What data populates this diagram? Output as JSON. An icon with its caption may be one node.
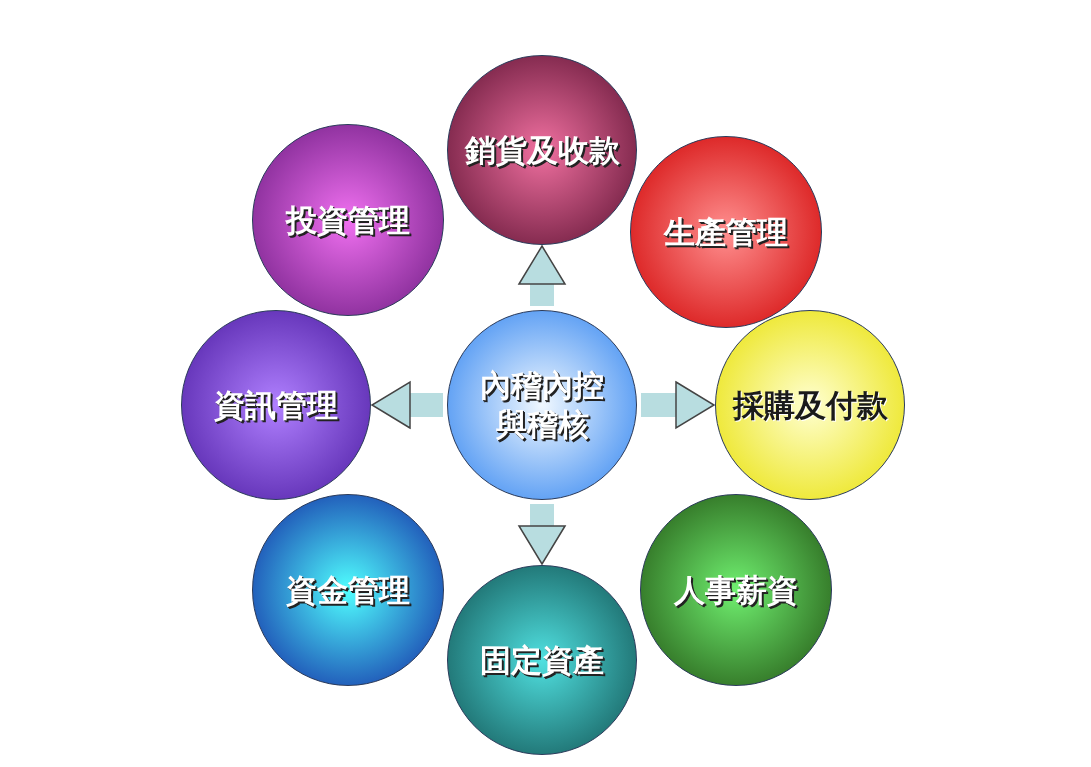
{
  "diagram": {
    "nodes": [
      {
        "text": [
          "銷貨及收款"
        ]
      },
      {
        "text": [
          "投資管理"
        ]
      },
      {
        "text": [
          "生產管理"
        ]
      },
      {
        "text": [
          "資訊管理"
        ]
      },
      {
        "text": [
          "內稽內控與稽核"
        ]
      },
      {
        "text": [
          "採購及付款"
        ]
      },
      {
        "text": [
          "資金管理"
        ]
      },
      {
        "text": [
          "人事薪資"
        ]
      },
      {
        "text": [
          "固定資產"
        ]
      }
    ],
    "edges": [
      {
        "from": 4,
        "to": 0,
        "arrow": "to"
      },
      {
        "from": 4,
        "to": 3,
        "arrow": "to"
      },
      {
        "from": 4,
        "to": 5,
        "arrow": "to"
      },
      {
        "from": 4,
        "to": 8,
        "arrow": "to"
      }
    ]
  }
}
